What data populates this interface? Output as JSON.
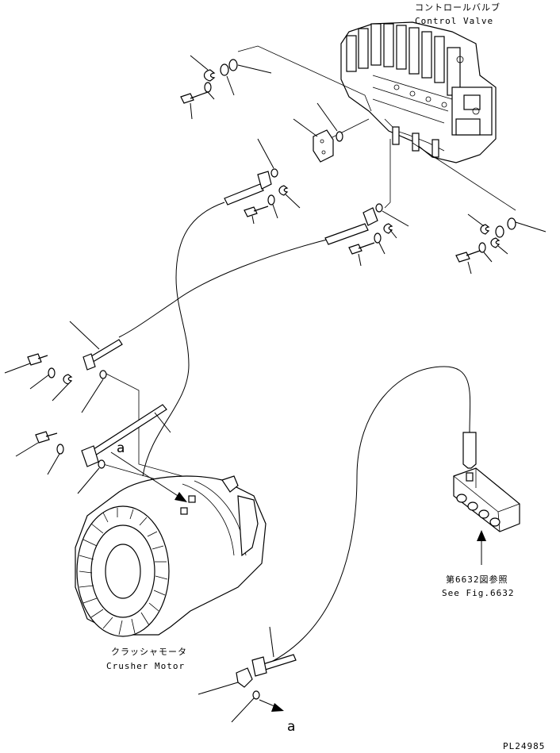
{
  "labels": {
    "control_valve_jp": "コントロールバルブ",
    "control_valve_en": "Control Valve",
    "crusher_motor_jp": "クラッシャモータ",
    "crusher_motor_en": "Crusher Motor",
    "fig_ref_jp": "第6632図参照",
    "fig_ref_en": "See Fig.6632",
    "detail_a_top": "a",
    "detail_a_bottom": "a",
    "drawing_number": "PL24985"
  }
}
